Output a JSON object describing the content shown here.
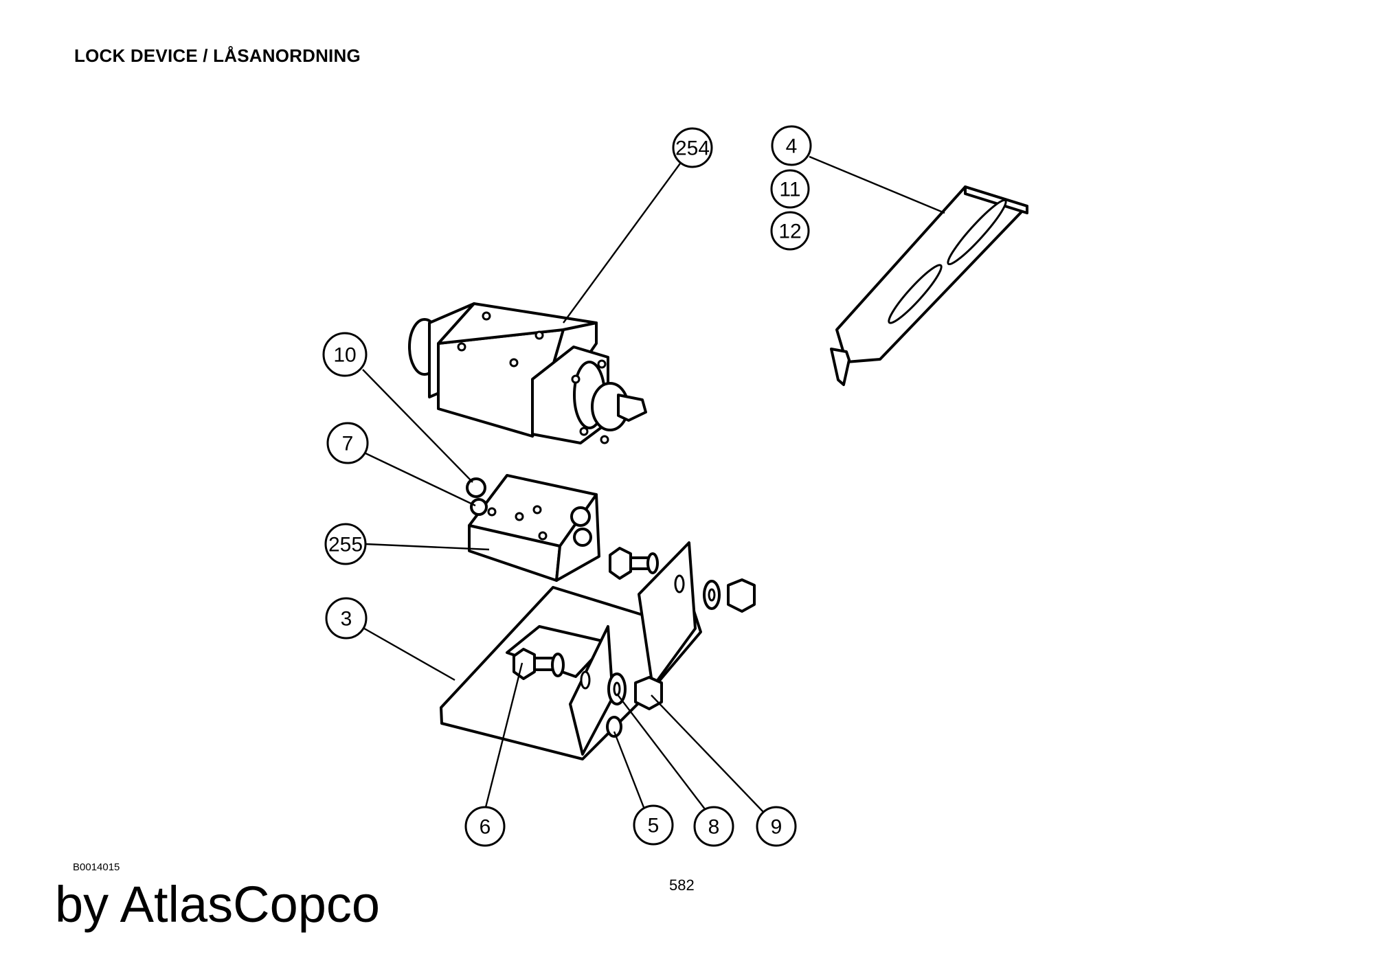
{
  "header": {
    "title": "LOCK DEVICE / LÅSANORDNING"
  },
  "footer": {
    "drawing_code": "B0014015",
    "page_number": "582",
    "brand": "by AtlasCopco"
  },
  "callouts": {
    "c254": "254",
    "c4": "4",
    "c11": "11",
    "c12": "12",
    "c10": "10",
    "c7": "7",
    "c255": "255",
    "c3": "3",
    "c6": "6",
    "c5": "5",
    "c8": "8",
    "c9": "9"
  }
}
